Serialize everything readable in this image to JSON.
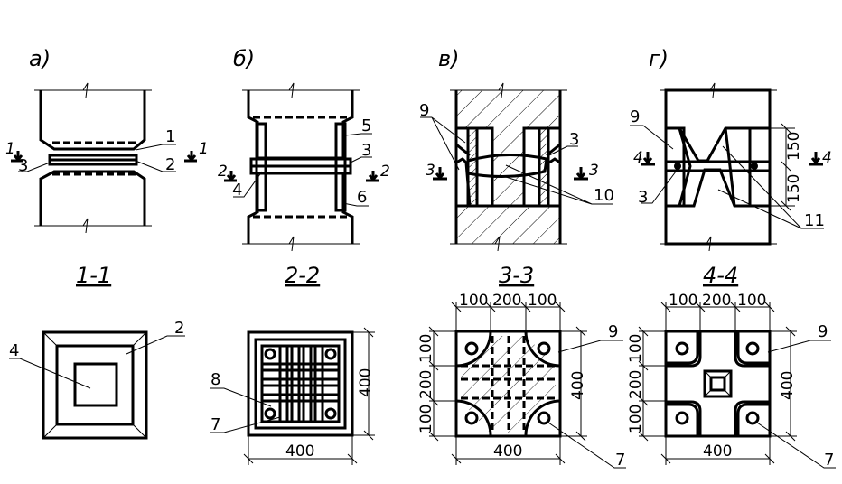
{
  "variants": {
    "a": "а)",
    "b": "б)",
    "v": "в)",
    "g": "г)"
  },
  "sections": {
    "s1": "1-1",
    "s2": "2-2",
    "s3": "3-3",
    "s4": "4-4"
  },
  "section_marks": {
    "m1": "1",
    "m2": "2",
    "m3": "3",
    "m4": "4"
  },
  "callouts": {
    "c1": "1",
    "c2": "2",
    "c3": "3",
    "c4": "4",
    "c5": "5",
    "c6": "6",
    "c7": "7",
    "c8": "8",
    "c9": "9",
    "c10": "10",
    "c11": "11"
  },
  "dimensions": {
    "d100": "100",
    "d200": "200",
    "d400": "400",
    "d150": "150"
  }
}
